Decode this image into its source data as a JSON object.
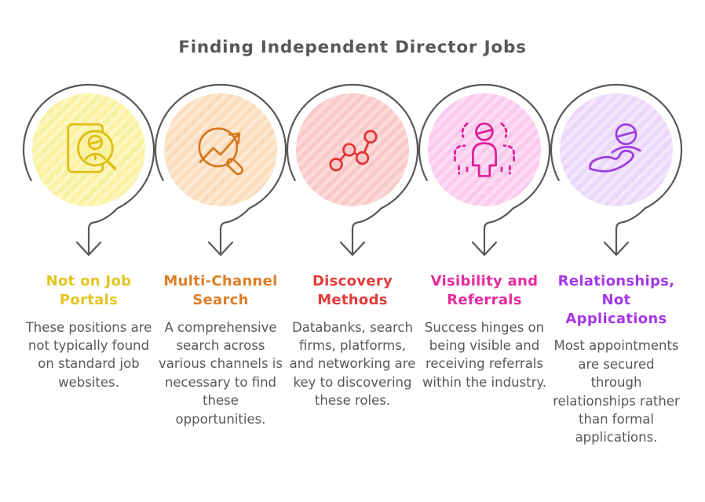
{
  "title": "Finding Independent Director Jobs",
  "colors": {
    "background": "#ffffff",
    "title": "#58585a",
    "body_text": "#58585a",
    "loop_arrow": "#58585a"
  },
  "steps": [
    {
      "heading": "Not on Job Portals",
      "body": "These positions are not typically found on standard job websites.",
      "icon": "document-person-search-icon",
      "colors": {
        "heading": "#e3c522",
        "icon_stroke": "#ddbd10",
        "circle_fill": "#faf1a2",
        "circle_stripe": "#fcf6bf"
      }
    },
    {
      "heading": "Multi-Channel Search",
      "body": "A comprehensive search across various channels is necessary to find these opportunities.",
      "icon": "magnifier-trend-arrow-icon",
      "colors": {
        "heading": "#dd7e28",
        "icon_stroke": "#d5791f",
        "circle_fill": "#fbdcbc",
        "circle_stripe": "#fde9d3"
      }
    },
    {
      "heading": "Discovery Methods",
      "body": "Databanks, search firms, platforms, and networking are key to discovering these roles.",
      "icon": "node-chart-icon",
      "colors": {
        "heading": "#e43b3b",
        "icon_stroke": "#e23434",
        "circle_fill": "#f9c9c9",
        "circle_stripe": "#fbdad8"
      }
    },
    {
      "heading": "Visibility and Referrals",
      "body": "Success hinges on being visible and receiving referrals within the industry.",
      "icon": "people-group-icon",
      "colors": {
        "heading": "#e52a9e",
        "icon_stroke": "#e01d96",
        "circle_fill": "#fac9ec",
        "circle_stripe": "#fcdcf4"
      }
    },
    {
      "heading": "Relationships, Not Applications",
      "body": "Most appointments are secured through relationships rather than formal applications.",
      "icon": "hand-presenting-person-icon",
      "colors": {
        "heading": "#a437ea",
        "icon_stroke": "#9e3ce0",
        "circle_fill": "#ebd7fa",
        "circle_stripe": "#f2e5fc"
      }
    }
  ]
}
